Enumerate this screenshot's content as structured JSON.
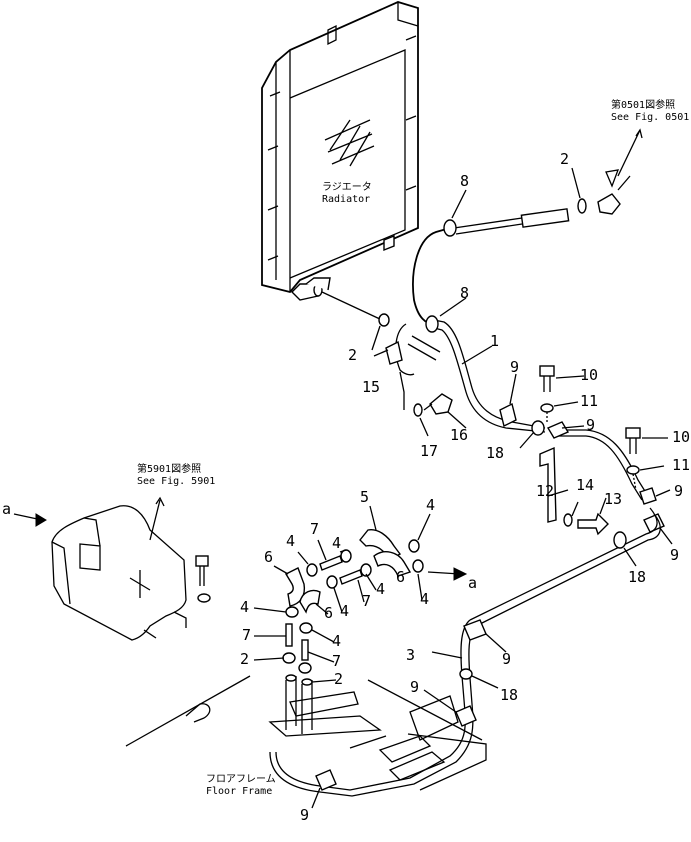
{
  "labels": {
    "radiator_jp": "ラジエータ",
    "radiator_en": "Radiator",
    "fig0501_jp": "第0501図参照",
    "fig0501_en": "See Fig. 0501",
    "fig5901_jp": "第5901図参照",
    "fig5901_en": "See Fig. 5901",
    "floor_jp": "フロアフレーム",
    "floor_en": "Floor Frame",
    "arrow_left": "a",
    "arrow_right": "a"
  },
  "callouts": {
    "c1": "1",
    "c2a": "2",
    "c2b": "2",
    "c2c": "2",
    "c2d": "2",
    "c3": "3",
    "c4a": "4",
    "c4b": "4",
    "c4c": "4",
    "c4d": "4",
    "c4e": "4",
    "c4f": "4",
    "c4g": "4",
    "c4h": "4",
    "c5": "5",
    "c6a": "6",
    "c6b": "6",
    "c6c": "6",
    "c7a": "7",
    "c7b": "7",
    "c7c": "7",
    "c7d": "7",
    "c8a": "8",
    "c8b": "8",
    "c9a": "9",
    "c9b": "9",
    "c9c": "9",
    "c9d": "9",
    "c9e": "9",
    "c9f": "9",
    "c9g": "9",
    "c10a": "10",
    "c10b": "10",
    "c11a": "11",
    "c11b": "11",
    "c12": "12",
    "c13": "13",
    "c14": "14",
    "c15": "15",
    "c16": "16",
    "c17": "17",
    "c18a": "18",
    "c18b": "18",
    "c18c": "18"
  }
}
